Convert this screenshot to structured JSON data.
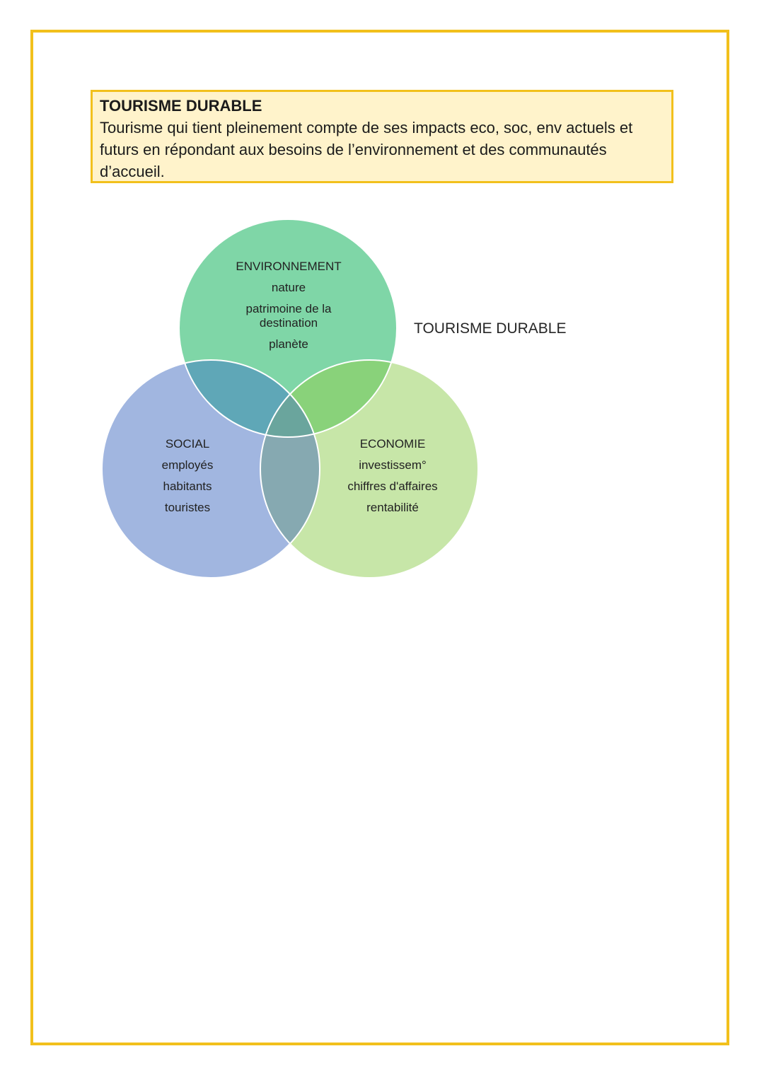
{
  "definition": {
    "title": "TOURISME DURABLE",
    "text": "Tourisme qui tient pleinement compte de ses impacts eco, soc, env actuels et futurs en répondant aux besoins de l’environnement et des communautés d’accueil."
  },
  "diagram": {
    "title": "TOURISME DURABLE",
    "circles": {
      "environnement": {
        "heading": "ENVIRONNEMENT",
        "items": [
          "nature",
          "patrimoine de la destination",
          "planète"
        ],
        "color": "#7fd6a7"
      },
      "social": {
        "heading": "SOCIAL",
        "items": [
          "employés",
          "habitants",
          "touristes"
        ],
        "color": "#a1b6e0"
      },
      "economie": {
        "heading": "ECONOMIE",
        "items": [
          "investissem°",
          "chiffres d'affaires",
          "rentabilité"
        ],
        "color": "#c7e6a8"
      }
    },
    "overlap_colors": {
      "env_soc": "#5fa7b7",
      "env_eco": "#89d27a",
      "soc_eco": "#86a9b1",
      "center": "#6aa59d"
    }
  },
  "frame_color": "#f2c01c"
}
